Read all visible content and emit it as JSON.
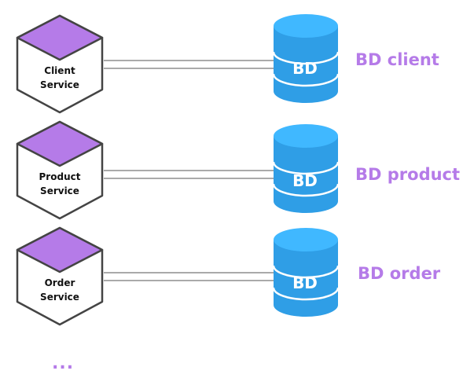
{
  "colors": {
    "hex_top": "#b57be8",
    "hex_outline": "#444444",
    "db_fill": "#2f9ee6",
    "db_top": "#40b8ff",
    "db_band": "#ffffff",
    "label_accent": "#b57be8",
    "connector": "#555555"
  },
  "rows": [
    {
      "service": {
        "line1": "Client",
        "line2": "Service"
      },
      "db": {
        "text": "BD",
        "name": "BD client"
      }
    },
    {
      "service": {
        "line1": "Product",
        "line2": "Service"
      },
      "db": {
        "text": "BD",
        "name": "BD product"
      }
    },
    {
      "service": {
        "line1": "Order",
        "line2": "Service"
      },
      "db": {
        "text": "BD",
        "name": "BD order"
      }
    }
  ],
  "more_indicator": "..."
}
